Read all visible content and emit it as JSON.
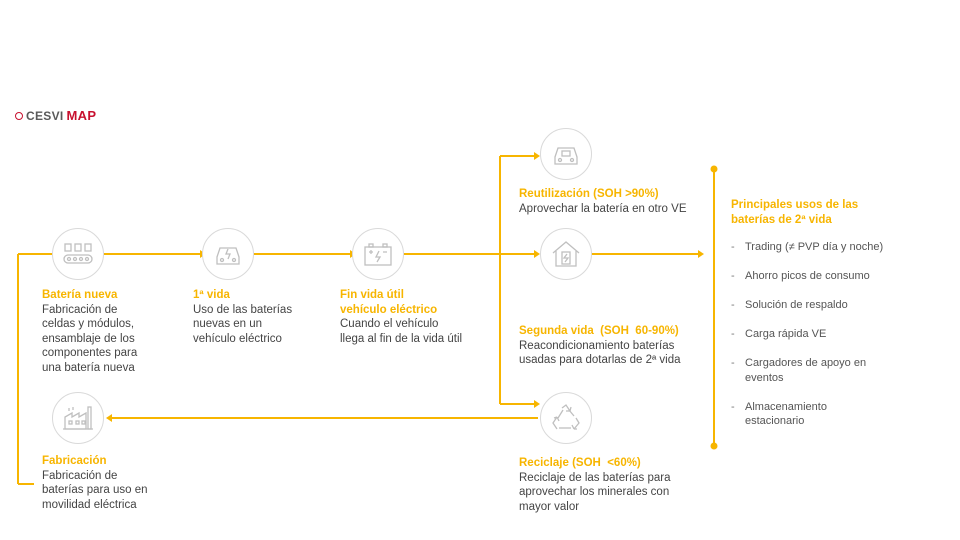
{
  "logo": {
    "part1": "CESVI",
    "part2": "MAP"
  },
  "colors": {
    "accent": "#f7b500",
    "icon_stroke": "#bfbfbf",
    "text": "#444444",
    "brand": "#c8102e"
  },
  "steps": {
    "bateria_nueva": {
      "icon": "factory-conveyor-icon",
      "title": "Batería nueva",
      "desc": [
        "Fabricación de",
        "celdas y módulos,",
        "ensamblaje de los",
        "componentes para",
        "una batería nueva"
      ]
    },
    "primera_vida": {
      "icon": "car-battery-icon",
      "title": "1ª vida",
      "desc": [
        "Uso de las baterías",
        "nuevas en un",
        "vehículo eléctrico"
      ]
    },
    "fin_vida": {
      "icon": "battery-icon",
      "title": [
        "Fin vida útil",
        "vehículo eléctrico"
      ],
      "desc": [
        "Cuando el vehículo",
        "llega al fin de la vida útil"
      ]
    },
    "reutilizacion": {
      "icon": "car-battery-icon",
      "title": "Reutilización (SOH >90%)",
      "desc": [
        "Aprovechar la batería en otro VE"
      ]
    },
    "segunda_vida": {
      "icon": "house-battery-icon",
      "title": "Segunda vida  (SOH  60-90%)",
      "desc": [
        "Reacondicionamiento baterías",
        "usadas para dotarlas de 2ª vida"
      ]
    },
    "reciclaje": {
      "icon": "recycle-icon",
      "title": "Reciclaje (SOH  <60%)",
      "desc": [
        "Reciclaje de las baterías para",
        "aprovechar los minerales con",
        "mayor valor"
      ]
    },
    "fabricacion": {
      "icon": "factory-icon",
      "title": "Fabricación",
      "desc": [
        "Fabricación de",
        "baterías para uso en",
        "movilidad eléctrica"
      ]
    }
  },
  "uses": {
    "title": [
      "Principales usos de las",
      "baterías de 2ª vida"
    ],
    "items": [
      [
        "Trading (≠ PVP día y noche)"
      ],
      [
        "Ahorro picos de consumo"
      ],
      [
        "Solución de respaldo"
      ],
      [
        "Carga rápida VE"
      ],
      [
        "Cargadores de apoyo en",
        "eventos"
      ],
      [
        "Almacenamiento",
        "estacionario"
      ]
    ]
  }
}
